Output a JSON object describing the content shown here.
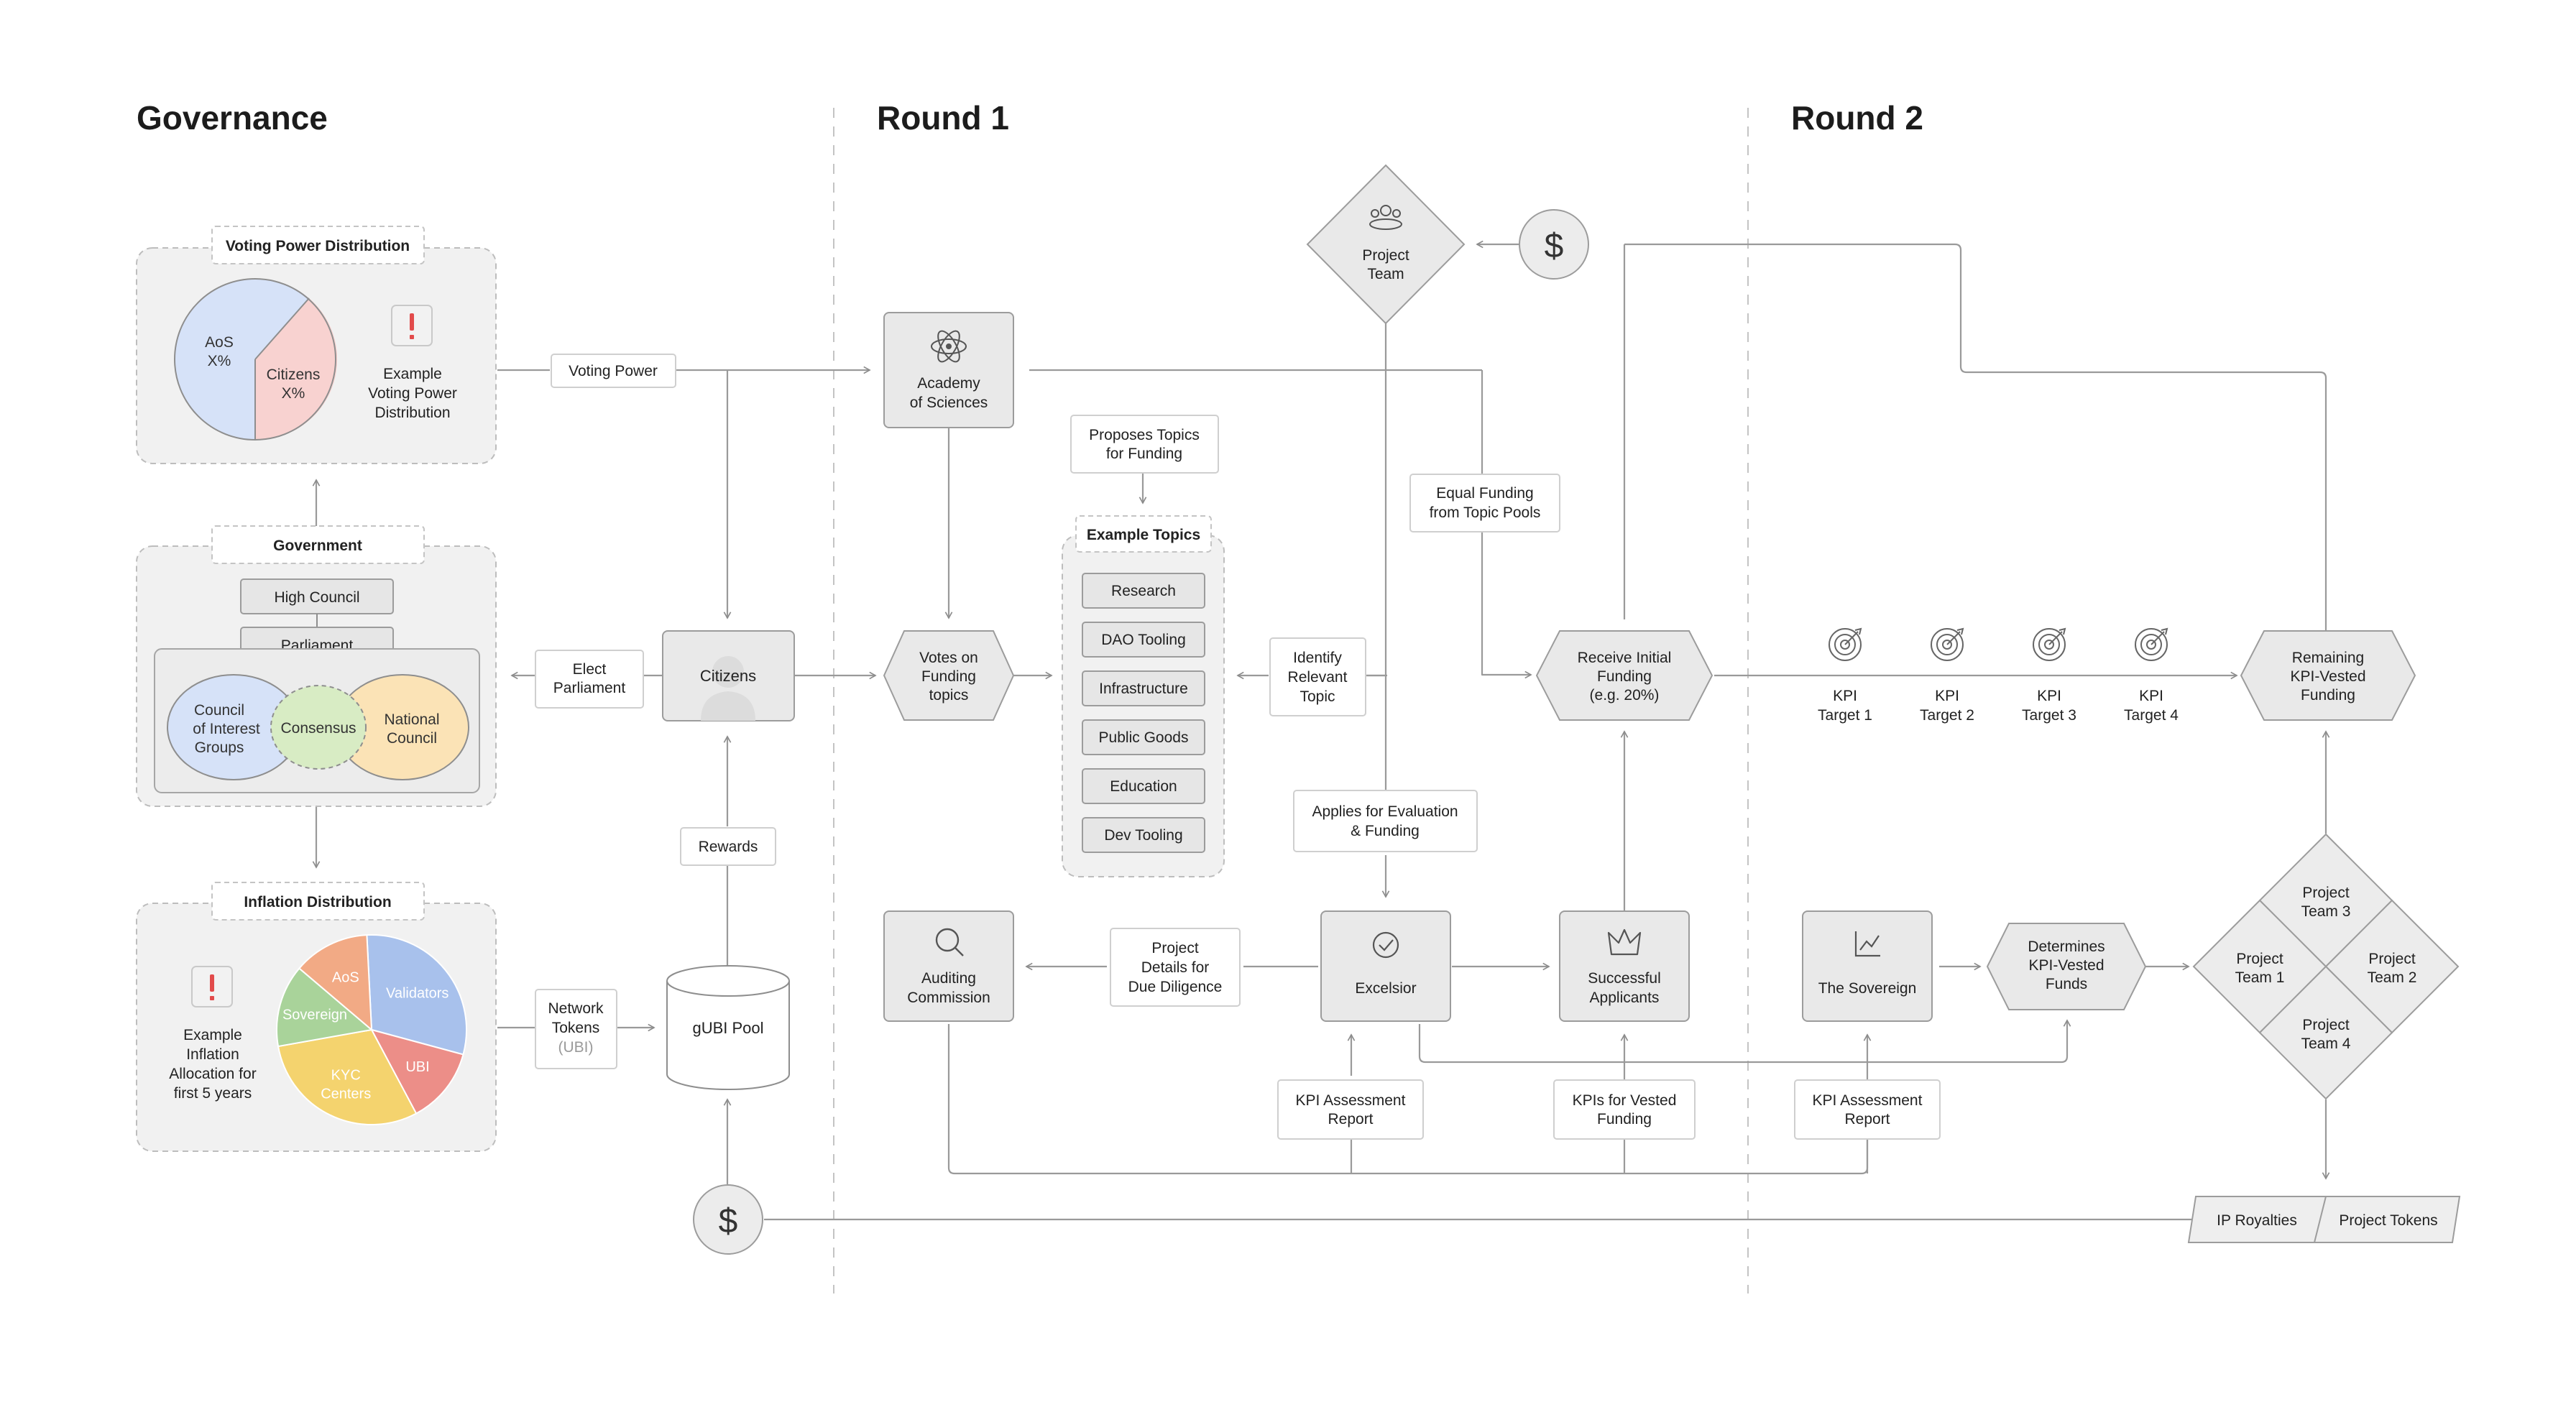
{
  "sections": {
    "governance": "Governance",
    "round1": "Round 1",
    "round2": "Round 2"
  },
  "governance": {
    "voting_power_distribution": {
      "tab": "Voting Power Distribution",
      "aos_line1": "AoS",
      "aos_line2": "X%",
      "citizens_line1": "Citizens",
      "citizens_line2": "X%",
      "note_line1": "Example",
      "note_line2": "Voting Power",
      "note_line3": "Distribution",
      "colors": {
        "aos": "#d6e2f8",
        "citizens": "#f8d2d0",
        "alert": "#e24b4b"
      }
    },
    "government": {
      "tab": "Government",
      "high_council": "High Council",
      "parliament": "Parliament",
      "coig_line1": "Council",
      "coig_line2": "of Interest",
      "coig_line3": "Groups",
      "consensus": "Consensus",
      "national_line1": "National",
      "national_line2": "Council",
      "colors": {
        "coig": "#d6e2f8",
        "consensus": "#d8ecc4",
        "national": "#fbe3b6"
      }
    },
    "inflation_distribution": {
      "tab": "Inflation Distribution",
      "note_line1": "Example",
      "note_line2": "Inflation",
      "note_line3": "Allocation for",
      "note_line4": "first 5 years",
      "slices": [
        {
          "label": "Validators",
          "value": 30,
          "color": "#a8c1ec"
        },
        {
          "label": "UBI",
          "value": 13,
          "color": "#ec8e88"
        },
        {
          "label": "KYC Centers",
          "value": 30,
          "color": "#f4d36e"
        },
        {
          "label": "Sovereign",
          "value": 14,
          "color": "#a9d39a"
        },
        {
          "label": "AoS",
          "value": 13,
          "color": "#f2aa85"
        }
      ],
      "kyc_line1": "KYC",
      "kyc_line2": "Centers"
    }
  },
  "nodes": {
    "voting_power": "Voting Power",
    "elect_parliament_line1": "Elect",
    "elect_parliament_line2": "Parliament",
    "citizens": "Citizens",
    "rewards": "Rewards",
    "gubi_pool": "gUBI Pool",
    "network_tokens_line1": "Network",
    "network_tokens_line2": "Tokens",
    "network_tokens_line3": "(UBI)",
    "academy_line1": "Academy",
    "academy_line2": "of Sciences",
    "proposes_line1": "Proposes Topics",
    "proposes_line2": "for Funding",
    "votes_line1": "Votes on",
    "votes_line2": "Funding",
    "votes_line3": "topics",
    "example_topics": "Example Topics",
    "topics": [
      "Research",
      "DAO Tooling",
      "Infrastructure",
      "Public Goods",
      "Education",
      "Dev Tooling"
    ],
    "identify_line1": "Identify",
    "identify_line2": "Relevant",
    "identify_line3": "Topic",
    "project_team_line1": "Project",
    "project_team_line2": "Team",
    "equal_funding_line1": "Equal Funding",
    "equal_funding_line2": "from Topic Pools",
    "applies_line1": "Applies for Evaluation",
    "applies_line2": "& Funding",
    "receive_line1": "Receive Initial",
    "receive_line2": "Funding",
    "receive_line3": "(e.g. 20%)",
    "auditing_line1": "Auditing",
    "auditing_line2": "Commission",
    "project_details_line1": "Project",
    "project_details_line2": "Details for",
    "project_details_line3": "Due Diligence",
    "excelsior": "Excelsior",
    "successful_line1": "Successful",
    "successful_line2": "Applicants",
    "kpi_report_line1": "KPI Assessment",
    "kpi_report_line2": "Report",
    "kpis_vested_line1": "KPIs for Vested",
    "kpis_vested_line2": "Funding",
    "dollar_symbol": "$",
    "kpi_targets": [
      {
        "line1": "KPI",
        "line2": "Target 1"
      },
      {
        "line1": "KPI",
        "line2": "Target 2"
      },
      {
        "line1": "KPI",
        "line2": "Target 3"
      },
      {
        "line1": "KPI",
        "line2": "Target 4"
      }
    ],
    "remaining_line1": "Remaining",
    "remaining_line2": "KPI-Vested",
    "remaining_line3": "Funding",
    "sovereign": "The Sovereign",
    "determines_line1": "Determines",
    "determines_line2": "KPI-Vested",
    "determines_line3": "Funds",
    "project_teams": [
      {
        "line1": "Project",
        "line2": "Team 3"
      },
      {
        "line1": "Project",
        "line2": "Team 1"
      },
      {
        "line1": "Project",
        "line2": "Team 2"
      },
      {
        "line1": "Project",
        "line2": "Team 4"
      }
    ],
    "ip_royalties": "IP Royalties",
    "project_tokens": "Project Tokens"
  },
  "icons": [
    "atom-icon",
    "people-icon",
    "dollar-icon",
    "search-icon",
    "check-badge-icon",
    "crown-icon",
    "chart-icon",
    "target-icon",
    "alert-icon",
    "citizen-silhouette-icon"
  ]
}
